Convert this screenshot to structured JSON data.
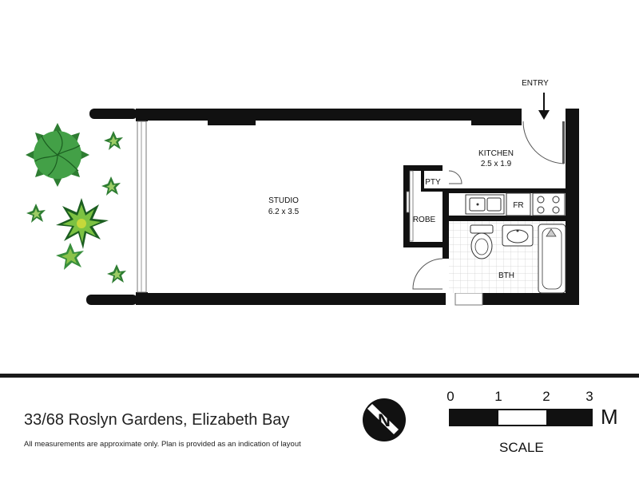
{
  "plan": {
    "entry_label": "ENTRY",
    "rooms": {
      "studio": {
        "name": "STUDIO",
        "dims": "6.2 x 3.5"
      },
      "kitchen": {
        "name": "KITCHEN",
        "dims": "2.5 x 1.9"
      },
      "pantry": {
        "name": "PTY"
      },
      "fridge": {
        "name": "FR"
      },
      "robe": {
        "name": "ROBE"
      },
      "bathroom": {
        "name": "BTH"
      }
    }
  },
  "footer": {
    "address": "33/68 Roslyn Gardens, Elizabeth Bay",
    "disclaimer": "All measurements are approximate only. Plan is provided as an indication of layout"
  },
  "compass": {
    "letter": "N",
    "icon": "north-arrow-icon"
  },
  "scale": {
    "ticks": [
      "0",
      "1",
      "2",
      "3"
    ],
    "unit": "M",
    "title": "SCALE"
  },
  "colors": {
    "wall": "#111111",
    "plant_dark": "#2e7d32",
    "plant_light": "#7cc242",
    "plant_yellow": "#c6d83a"
  }
}
